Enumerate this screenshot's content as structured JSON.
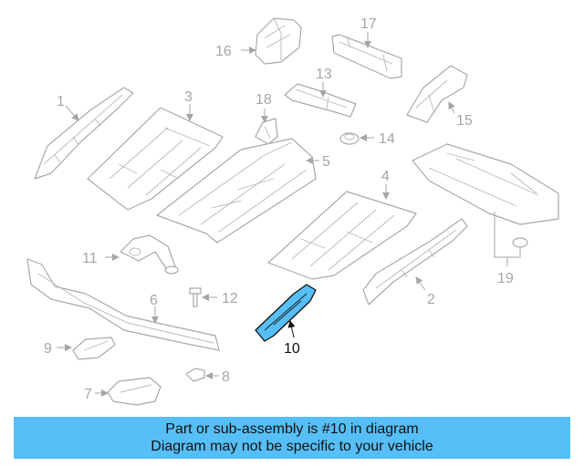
{
  "diagram": {
    "highlight_color": "#56bff7",
    "highlighted_part": "10",
    "callouts": {
      "c1": "1",
      "c2": "2",
      "c3": "3",
      "c4": "4",
      "c5": "5",
      "c6": "6",
      "c7": "7",
      "c8": "8",
      "c9": "9",
      "c10": "10",
      "c11": "11",
      "c12": "12",
      "c13": "13",
      "c14": "14",
      "c15": "15",
      "c16": "16",
      "c17": "17",
      "c18": "18",
      "c19": "19"
    }
  },
  "banner": {
    "line1": "Part or sub-assembly is #10 in diagram",
    "line2": "Diagram may not be specific to your vehicle",
    "background": "#56bff7"
  }
}
